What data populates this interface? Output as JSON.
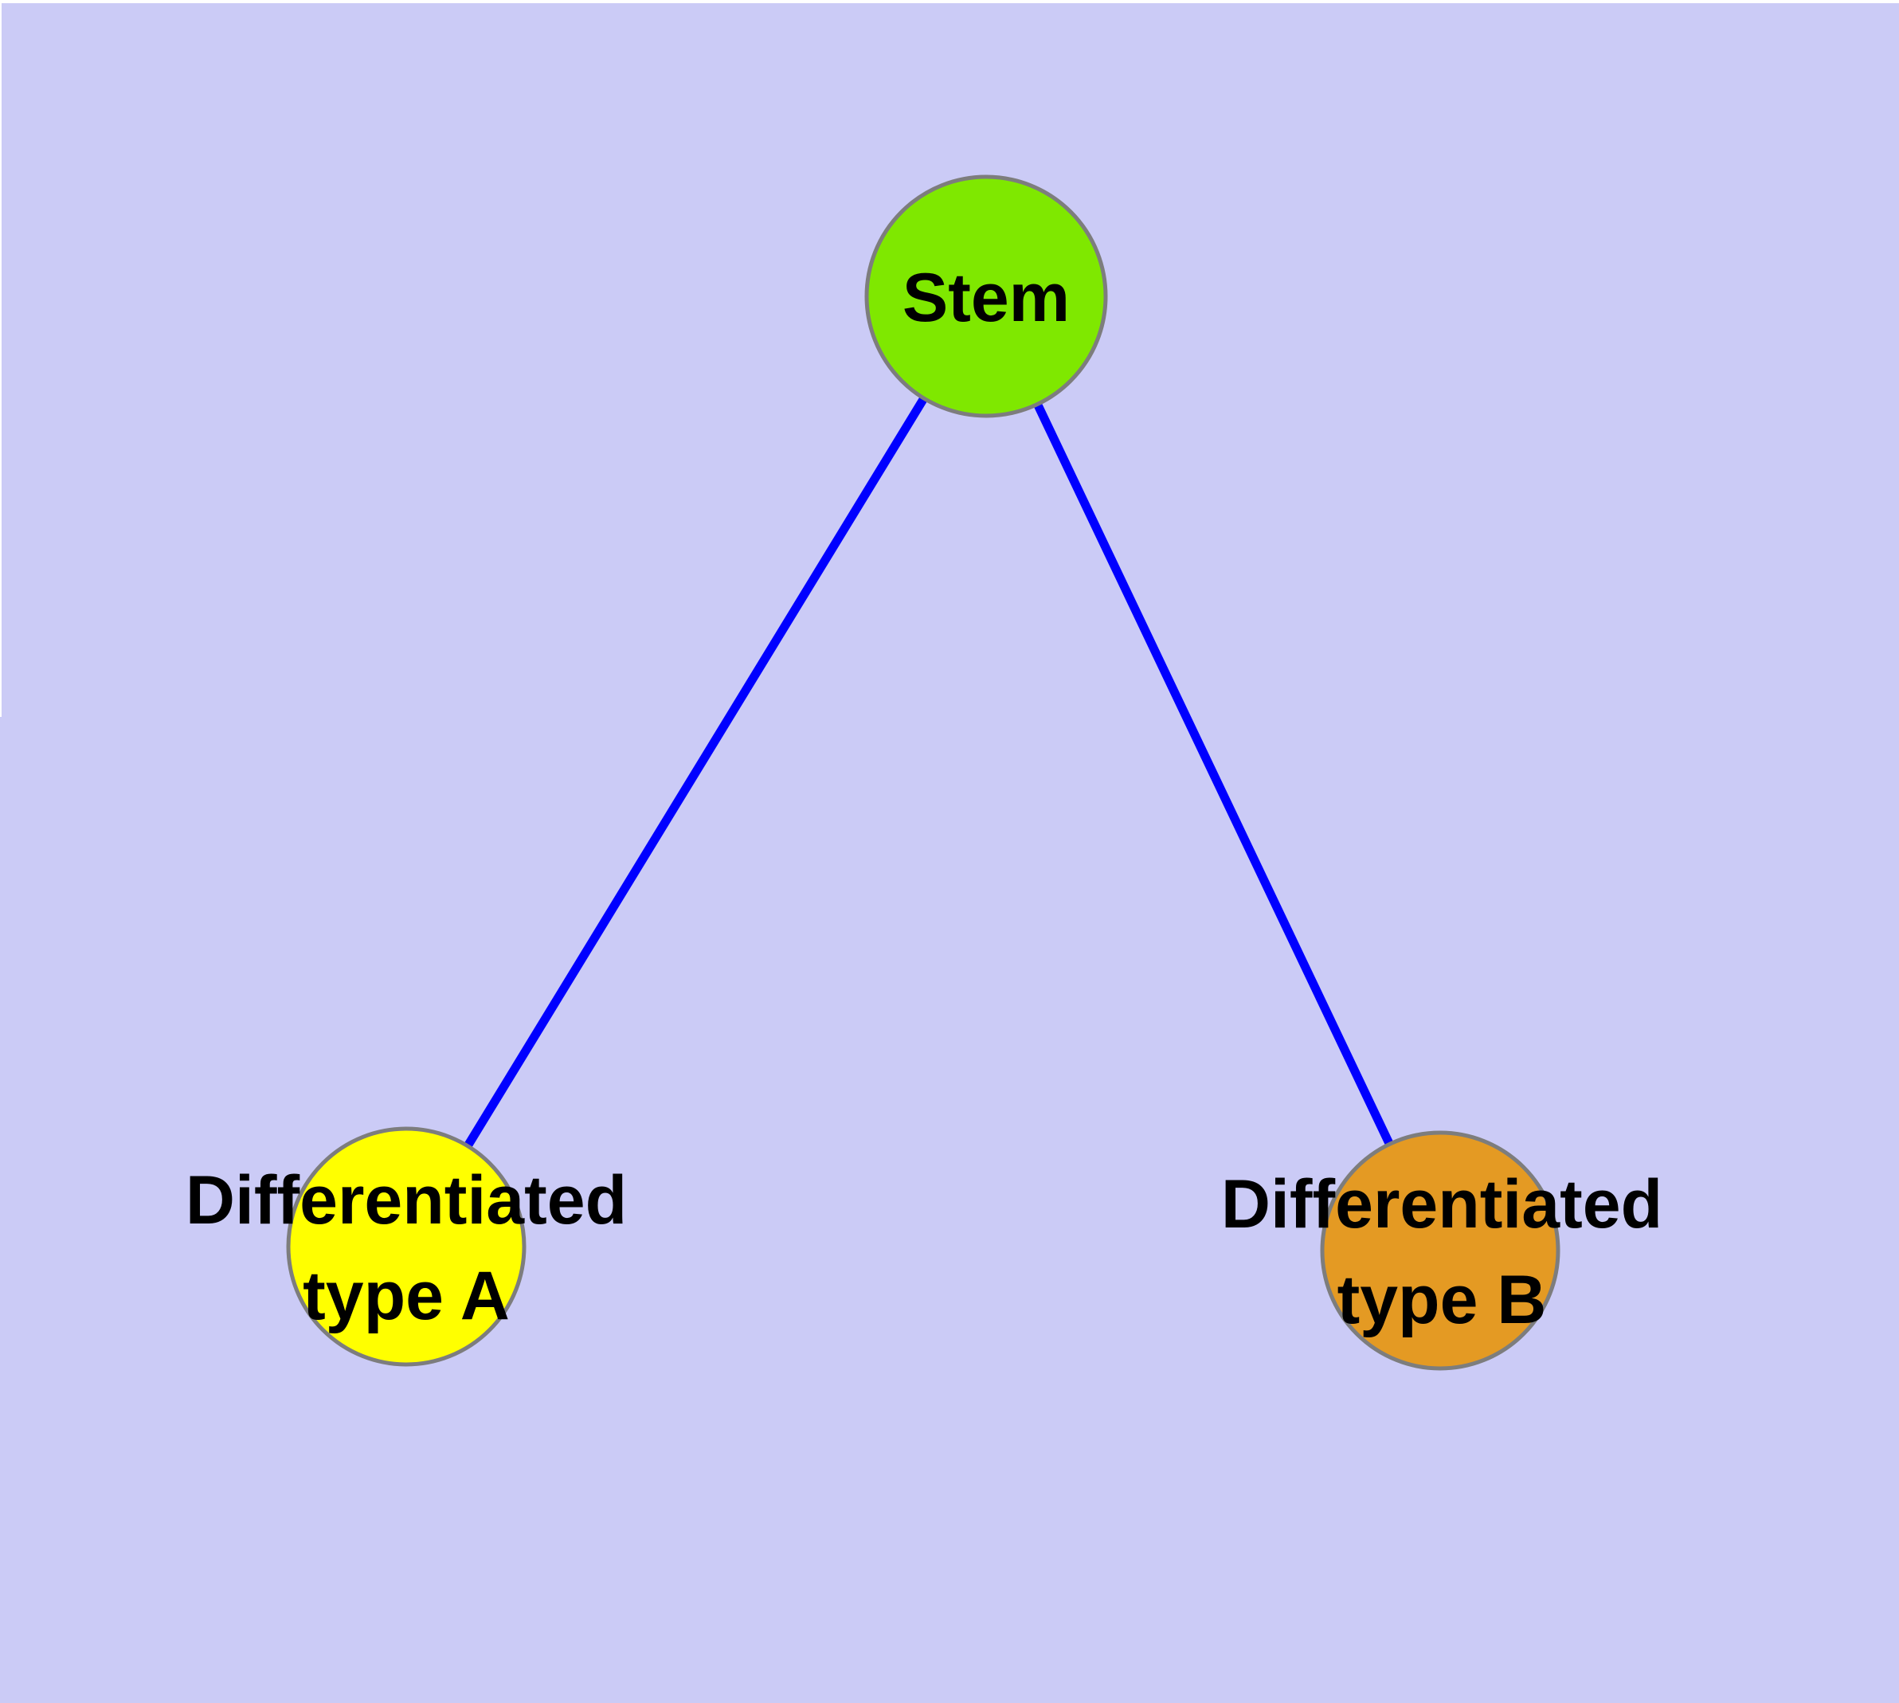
{
  "diagram": {
    "type": "node-link-graph",
    "colors": {
      "background": "#CBCBF6",
      "page_margin": "#FFFFFF",
      "edge": "#0000FF",
      "node_border": "#7D7D7D",
      "label_text": "#000000"
    },
    "nodes": {
      "stem": {
        "label": "Stem",
        "fill": "#7FE800"
      },
      "typeA": {
        "label": "Differentiated type A",
        "label_line1": "Differentiated",
        "label_line2": "type A",
        "fill": "#FFFF00"
      },
      "typeB": {
        "label": "Differentiated type B",
        "label_line1": "Differentiated",
        "label_line2": "type B",
        "fill": "#E49A23"
      }
    },
    "edges": [
      {
        "from": "Stem",
        "to": "Differentiated type A"
      },
      {
        "from": "Stem",
        "to": "Differentiated type B"
      }
    ]
  }
}
